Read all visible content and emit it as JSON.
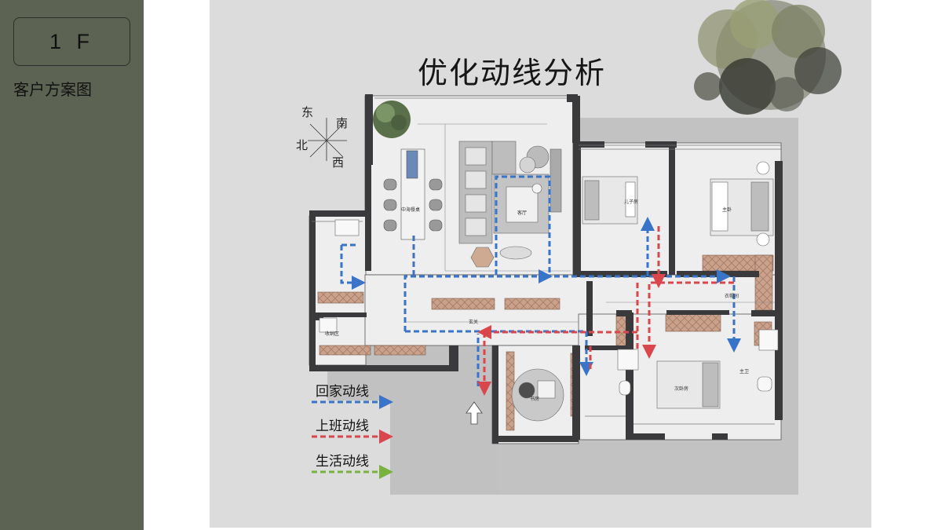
{
  "sidebar": {
    "floor_label": "1 F",
    "title": "客户方案图"
  },
  "plan": {
    "title": "优化动线分析",
    "compass": {
      "east": "东",
      "south": "南",
      "north": "北",
      "west": "西"
    },
    "rooms": {
      "dining": "中海餐桌",
      "living": "客厅",
      "kids_room": "儿子房",
      "master": "主卧",
      "cloakroom": "衣帽间",
      "storage": "收纳区",
      "entry": "玄关",
      "study": "书房",
      "guest_room": "次卧房",
      "master_bath": "主卫"
    },
    "legend": [
      {
        "label": "回家动线",
        "color": "#3a74c8"
      },
      {
        "label": "上班动线",
        "color": "#d9464b"
      },
      {
        "label": "生活动线",
        "color": "#79b23f"
      }
    ]
  },
  "colors": {
    "sidebar_bg": "#5d6352",
    "plan_bg": "#dcdcdc",
    "wall": "#3a3a3c",
    "wood": "#c9a38b"
  }
}
